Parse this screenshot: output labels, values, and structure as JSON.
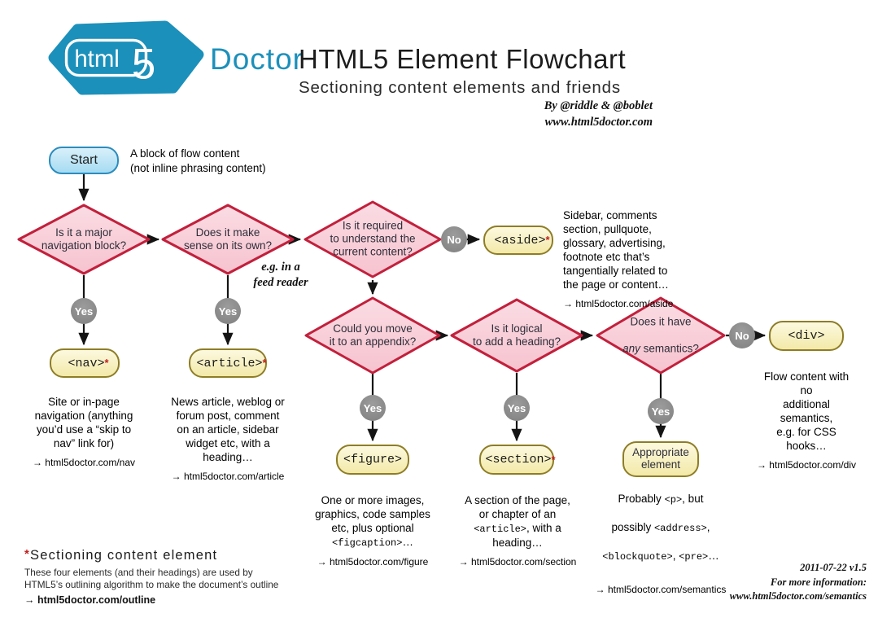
{
  "header": {
    "logo_html": "html",
    "logo_5": "5",
    "brand": "Doctor",
    "title": "HTML5 Element Flowchart",
    "subtitle": "Sectioning content elements and friends",
    "byline1": "By @riddle & @boblet",
    "byline2": "www.html5doctor.com"
  },
  "colors": {
    "brand_blue": "#1B90BB",
    "diamond_fill_top": "#FBDCE4",
    "diamond_fill_bottom": "#F7C6D2",
    "diamond_border": "#C2203C",
    "tagbox_fill": "#F8F1C0",
    "tagbox_border": "#8E7D26",
    "start_border": "#2B8CBE",
    "circle_gray": "#8A8A8A",
    "asterisk_red": "#C11F1F"
  },
  "flowchart": {
    "start": {
      "label": "Start",
      "note": "A block of flow content\n(not inline phrasing content)"
    },
    "labels": {
      "yes": "Yes",
      "no": "No"
    },
    "note_feed_reader": "e.g. in a\nfeed reader",
    "questions": {
      "q1": "Is it a major\nnavigation block?",
      "q2": "Does it make\nsense on its own?",
      "q3": "Is it required\nto understand the\ncurrent content?",
      "q4": "Could you move\nit to an appendix?",
      "q5": "Is it logical\nto add a heading?",
      "q6_line1": "Does it have",
      "q6_em": "any",
      "q6_rest": " semantics?"
    },
    "nodes": {
      "nav": {
        "tag": "<nav>",
        "star": "*",
        "desc": "Site or in-page\nnavigation (anything\nyou’d use a “skip to\nnav” link for)",
        "link": "→ html5doctor.com/nav"
      },
      "article": {
        "tag": "<article>",
        "star": "*",
        "desc": "News article, weblog or\nforum post, comment\non an article, sidebar\nwidget etc, with a\nheading…",
        "link": "→ html5doctor.com/article"
      },
      "aside": {
        "tag": "<aside>",
        "star": "*",
        "desc": "Sidebar, comments\nsection, pullquote,\nglossary, advertising,\nfootnote etc that’s\ntangentially related to\nthe page or content…",
        "link": "→ html5doctor.com/aside"
      },
      "figure": {
        "tag": "<figure>",
        "star": "",
        "desc_pre": "One or more images,\ngraphics, code samples\netc, plus optional\n",
        "desc_tag": "<figcaption>",
        "desc_post": "…",
        "link": "→ html5doctor.com/figure"
      },
      "section": {
        "tag": "<section>",
        "star": "*",
        "desc_pre": "A section of the page,\nor chapter of an\n",
        "desc_tag": "<article>",
        "desc_post": ", with a\nheading…",
        "link": "→ html5doctor.com/section"
      },
      "appropriate": {
        "tag": "Appropriate\nelement",
        "star": "",
        "l1a": "Probably ",
        "l1t": "<p>",
        "l1b": ", but",
        "l2a": "possibly ",
        "l2t": "<address>",
        "l2b": ",",
        "l3t1": "<blockquote>",
        "l3a": ", ",
        "l3t2": "<pre>",
        "l3b": "…",
        "link": "→ html5doctor.com/semantics"
      },
      "div": {
        "tag": "<div>",
        "star": "",
        "desc": "Flow content with no\nadditional semantics,\ne.g. for CSS hooks…",
        "link": "→ html5doctor.com/div"
      }
    }
  },
  "footer": {
    "left": {
      "star": "*",
      "heading": "Sectioning content element",
      "body": "These four elements (and their headings) are used by\nHTML5’s outlining algorithm to make the document’s outline",
      "link": "→ html5doctor.com/outline"
    },
    "right": {
      "line1": "2011-07-22 v1.5",
      "line2": "For more information:",
      "line3": "www.html5doctor.com/semantics"
    }
  }
}
